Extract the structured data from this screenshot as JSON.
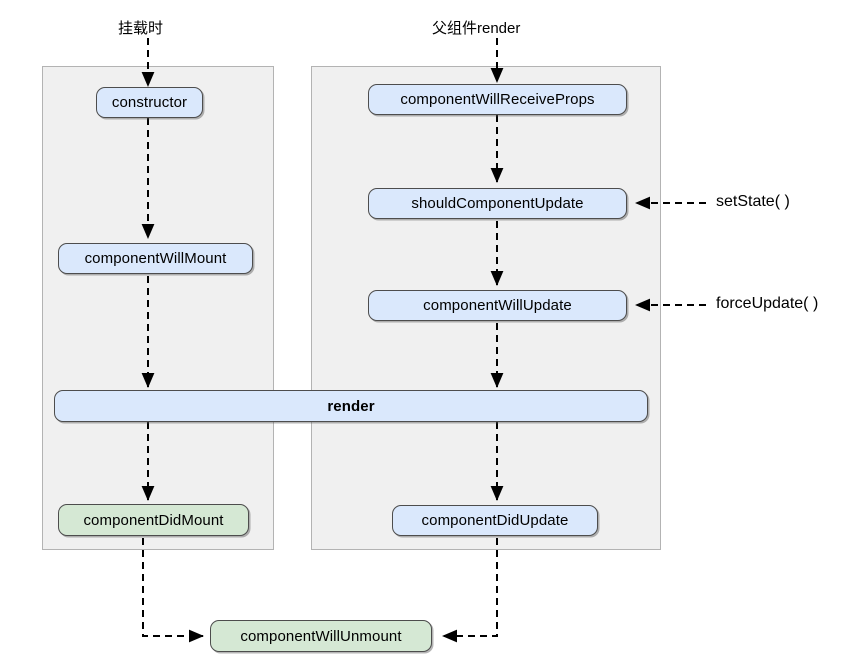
{
  "diagram": {
    "title_top_left": "挂载时",
    "title_top_right": "父组件render",
    "panels": [
      {
        "name": "mounting-phase-panel"
      },
      {
        "name": "updating-phase-panel"
      }
    ],
    "nodes": {
      "constructor": "constructor",
      "component_will_mount": "componentWillMount",
      "component_did_mount": "componentDidMount",
      "component_will_receive_props": "componentWillReceiveProps",
      "should_component_update": "shouldComponentUpdate",
      "component_will_update": "componentWillUpdate",
      "component_did_update": "componentDidUpdate",
      "render": "render",
      "component_will_unmount": "componentWillUnmount"
    },
    "side_labels": {
      "set_state": "setState( )",
      "force_update": "forceUpdate( )"
    },
    "colors": {
      "node_blue_fill": "#dae8fc",
      "node_green_fill": "#d5e8d4",
      "node_stroke": "#4d4d4d",
      "panel_fill": "#f0f0f0",
      "panel_stroke": "#b3b3b3",
      "edge_stroke": "#000000",
      "background": "#ffffff"
    }
  }
}
